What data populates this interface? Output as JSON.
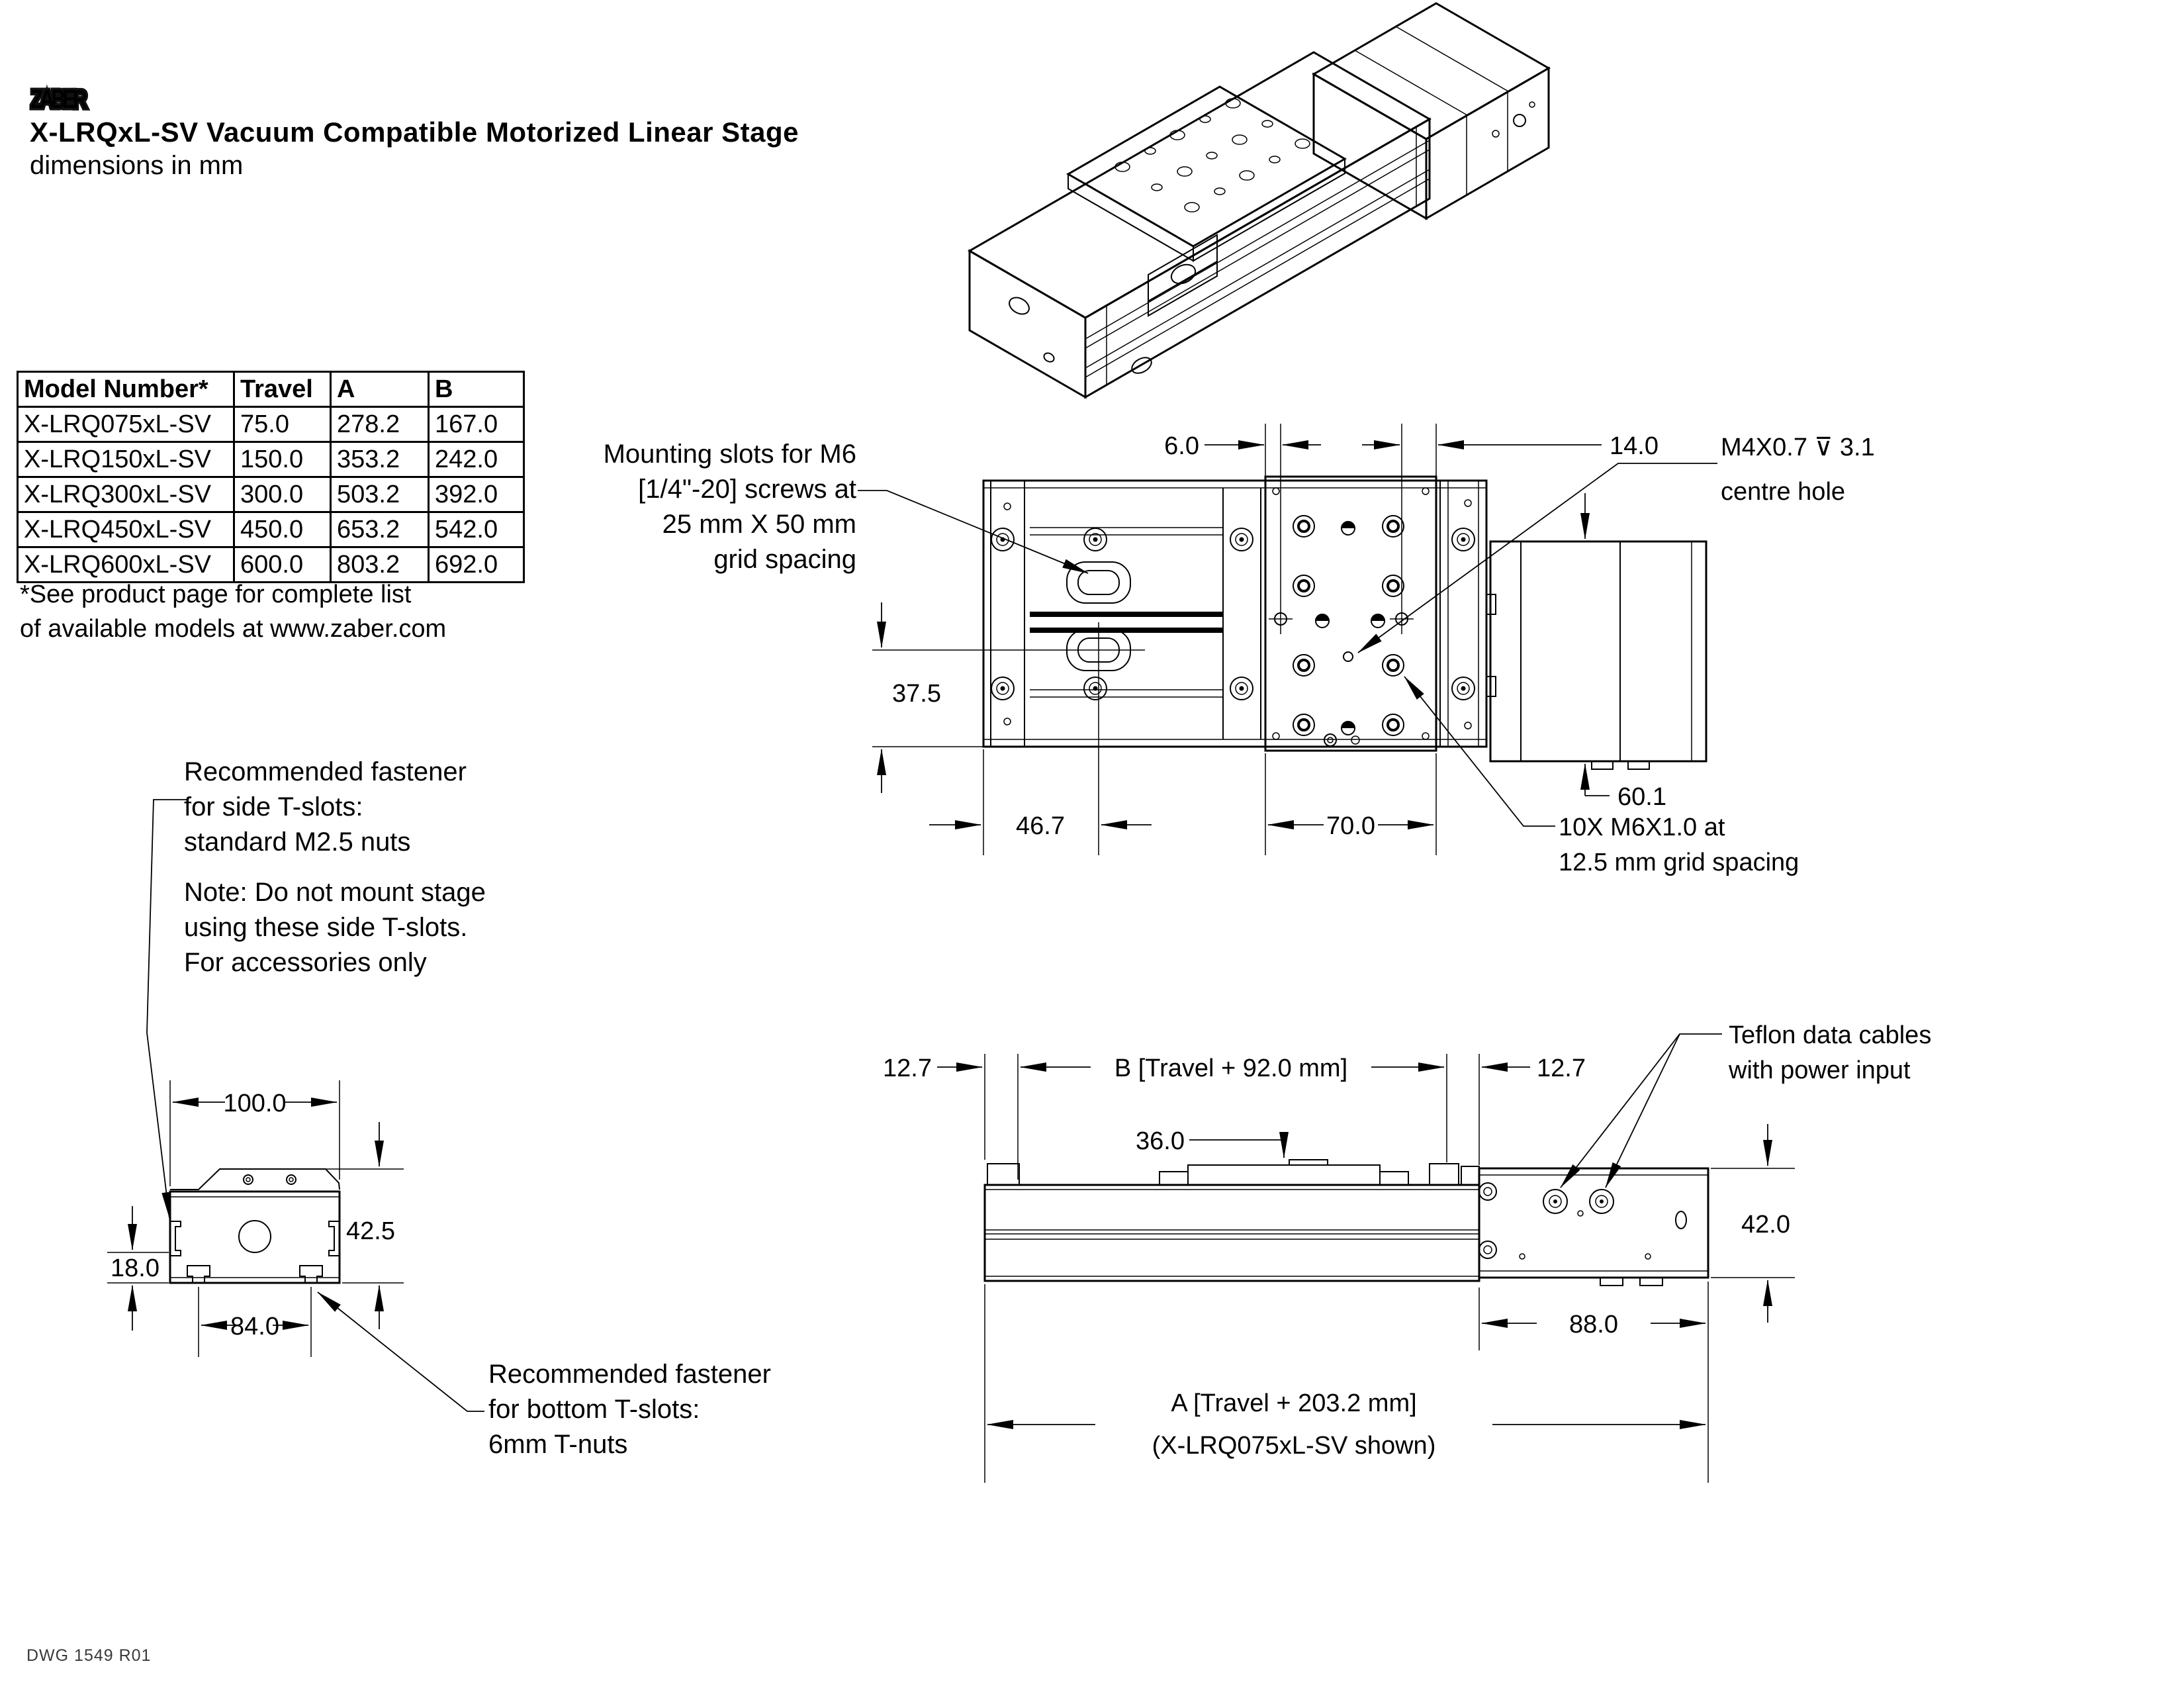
{
  "colors": {
    "brand_red": "#c8232b",
    "line": "#000000",
    "background": "#ffffff"
  },
  "header": {
    "logo": "ZABER",
    "title": "X-LRQxL-SV Vacuum Compatible Motorized Linear Stage",
    "subtitle": "dimensions in mm"
  },
  "table": {
    "headers": [
      "Model Number*",
      "Travel",
      "A",
      "B"
    ],
    "rows": [
      {
        "model": "X-LRQ075xL-SV",
        "travel": "75.0",
        "a": "278.2",
        "b": "167.0"
      },
      {
        "model": "X-LRQ150xL-SV",
        "travel": "150.0",
        "a": "353.2",
        "b": "242.0"
      },
      {
        "model": "X-LRQ300xL-SV",
        "travel": "300.0",
        "a": "503.2",
        "b": "392.0"
      },
      {
        "model": "X-LRQ450xL-SV",
        "travel": "450.0",
        "a": "653.2",
        "b": "542.0"
      },
      {
        "model": "X-LRQ600xL-SV",
        "travel": "600.0",
        "a": "803.2",
        "b": "692.0"
      }
    ]
  },
  "footnote": {
    "line1": "*See product page for complete list",
    "line2": "of available models at www.zaber.com"
  },
  "notes": {
    "mounting": {
      "line1": "Mounting slots for M6",
      "line2": "[1/4\"-20] screws at",
      "line3": "25 mm X 50 mm",
      "line4": "grid spacing"
    },
    "side_fastener": {
      "line1": "Recommended fastener",
      "line2": "for side T-slots:",
      "line3": "standard M2.5 nuts"
    },
    "side_note": {
      "line1": "Note: Do not mount stage",
      "line2": "using these side T-slots.",
      "line3": "For accessories only"
    },
    "bottom_fastener": {
      "line1": "Recommended fastener",
      "line2": "for bottom T-slots:",
      "line3": "6mm T-nuts"
    }
  },
  "labels": {
    "m4_1": "M4X0.7 ⊽ 3.1",
    "m4_2": "centre hole",
    "m6_1": "10X M6X1.0 at",
    "m6_2": "12.5 mm grid spacing",
    "teflon_1": "Teflon data cables",
    "teflon_2": "with power input"
  },
  "dims": {
    "plan": {
      "d6": "6.0",
      "d14": "14.0",
      "d375": "37.5",
      "d467": "46.7",
      "d70": "70.0",
      "d601": "60.1"
    },
    "front": {
      "d100": "100.0",
      "d425": "42.5",
      "d18": "18.0",
      "d84": "84.0"
    },
    "side": {
      "d127l": "12.7",
      "dB": "B [Travel + 92.0 mm]",
      "d36": "36.0",
      "d127r": "12.7",
      "d42": "42.0",
      "d88": "88.0",
      "dA1": "A [Travel + 203.2 mm]",
      "dA2": "(X-LRQ075xL-SV shown)"
    }
  },
  "footer": {
    "dwg": "DWG 1549 R01"
  }
}
